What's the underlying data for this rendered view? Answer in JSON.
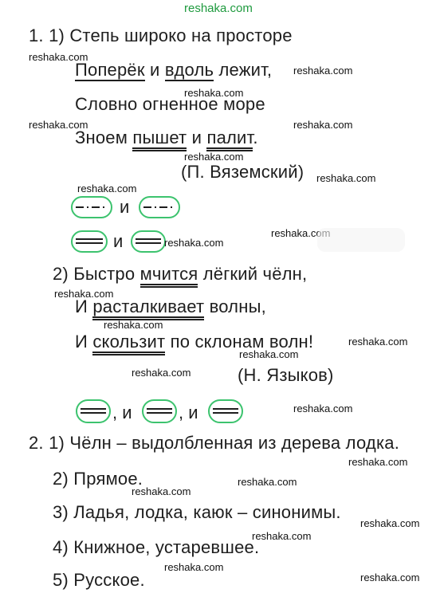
{
  "watermark": "reshaka.com",
  "task1": {
    "number": "1.",
    "item1_number": "1)",
    "poem1": {
      "line1": "Степь широко на просторе",
      "line2_subject": "Поперёк",
      "line2_and": "и",
      "line2_pred": "вдоль",
      "line2_rest": "лежит,",
      "line3": "Словно огненное море",
      "line4_start": "Зноем",
      "line4_verb1": "пышет",
      "line4_and": "и",
      "line4_verb2": "палит",
      "line4_end": ".",
      "author": "(П. Вяземский)"
    },
    "scheme1_and": "и",
    "scheme2_and": "и",
    "item2_number": "2)",
    "poem2": {
      "line1_start": "Быстро",
      "line1_verb": "мчится",
      "line1_end": "лёгкий чёлн,",
      "line2_start": "И",
      "line2_verb": "расталкивает",
      "line2_end": "волны,",
      "line3_start": "И",
      "line3_verb": "скользит",
      "line3_end": "по склонам волн!",
      "author": "(Н. Языков)"
    },
    "scheme3_sep1": ", и",
    "scheme3_sep2": ", и"
  },
  "task2": {
    "number": "2.",
    "answers": [
      {
        "num": "1)",
        "text": "Чёлн – выдолбленная из дерева лодка."
      },
      {
        "num": "2)",
        "text": "Прямое."
      },
      {
        "num": "3)",
        "text": "Ладья, лодка, каюк – синонимы."
      },
      {
        "num": "4)",
        "text": "Книжное, устаревшее."
      },
      {
        "num": "5)",
        "text": "Русское."
      }
    ]
  },
  "colors": {
    "oval": "#3cc36e",
    "watermark_top": "#1e9a3e",
    "text": "#1e1e1e"
  }
}
